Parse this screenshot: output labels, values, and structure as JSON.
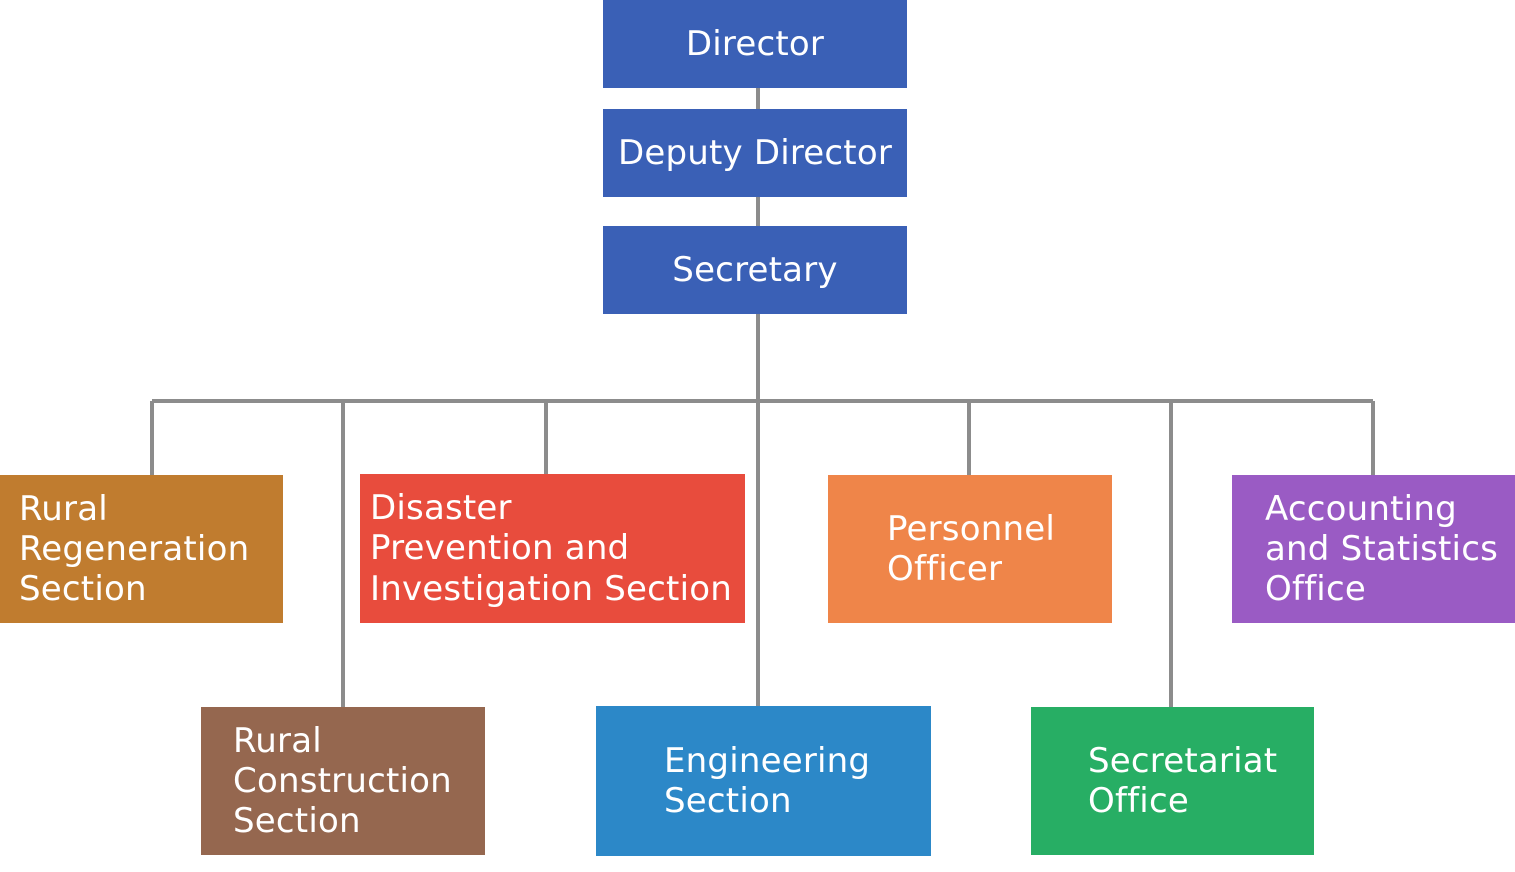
{
  "diagram": {
    "nodes": {
      "director": "Director",
      "deputy_director": "Deputy Director",
      "secretary": "Secretary",
      "rural_regeneration": "Rural\nRegeneration\nSection",
      "disaster": "Disaster\nPrevention and\nInvestigation Section",
      "personnel": "Personnel\nOfficer",
      "accounting": "Accounting\nand Statistics\nOffice",
      "rural_construction": "Rural\nConstruction\nSection",
      "engineering": "Engineering\nSection",
      "secretariat": "Secretariat\nOffice"
    },
    "colors": {
      "executive_blue": "#3a60b6",
      "rural_regeneration": "#c07c2f",
      "disaster": "#e84c3d",
      "personnel": "#ef8549",
      "accounting": "#9a5bc4",
      "rural_construction": "#95674f",
      "engineering": "#2c88c8",
      "secretariat": "#27ae64",
      "connector": "#8c8c8c"
    }
  }
}
